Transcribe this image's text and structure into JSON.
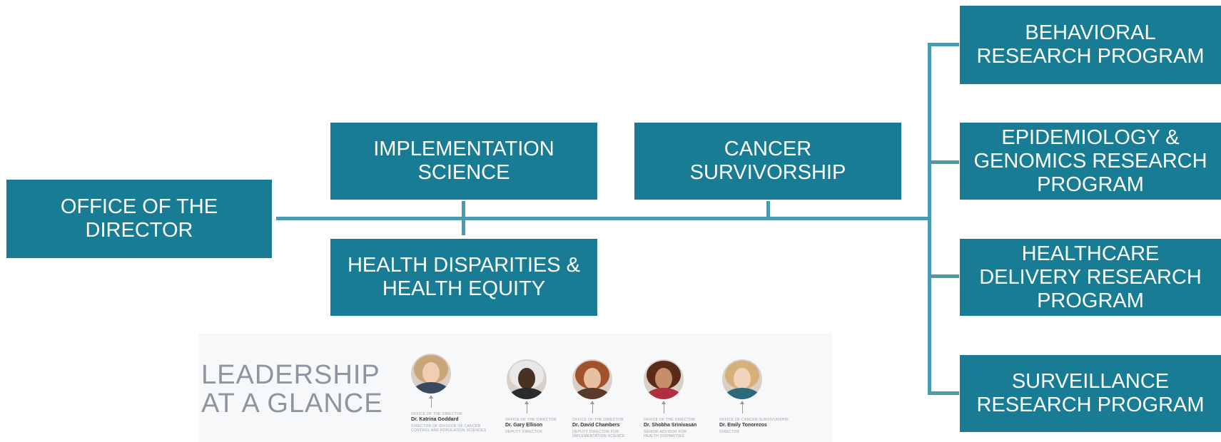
{
  "org": {
    "director": "OFFICE OF THE\nDIRECTOR",
    "implementation": "IMPLEMENTATION\nSCIENCE",
    "survivorship": "CANCER\nSURVIVORSHIP",
    "disparities": "HEALTH DISPARITIES  &\nHEALTH EQUITY",
    "programs": [
      "BEHAVIORAL\nRESEARCH PROGRAM",
      "EPIDEMIOLOGY  &\nGENOMICS  RESEARCH\nPROGRAM",
      "HEALTHCARE\nDELIVERY RESEARCH\nPROGRAM",
      "SURVEILLANCE\nRESEARCH PROGRAM"
    ]
  },
  "leadership": {
    "title": "LEADERSHIP\nAT A GLANCE",
    "people": [
      {
        "office": "OFFICE OF THE DIRECTOR",
        "name": "Dr. Katrina Goddard",
        "role": "DIRECTOR OF DIVISION OF CANCER\nCONTROL AND POPULATION SCIENCES"
      },
      {
        "office": "OFFICE OF THE DIRECTOR",
        "name": "Dr. Gary Ellison",
        "role": "DEPUTY DIRECTOR"
      },
      {
        "office": "OFFICE OF THE DIRECTOR",
        "name": "Dr. David Chambers",
        "role": "DEPUTY DIRECTOR FOR\nIMPLEMENTATION SCIENCE"
      },
      {
        "office": "OFFICE OF THE DIRECTOR",
        "name": "Dr. Shobha Srinivasan",
        "role": "SENIOR ADVISOR FOR\nHEALTH DISPARITIES"
      },
      {
        "office": "OFFICE OF CANCER SURVIVORSHIP",
        "name": "Dr. Emily Tonorezos",
        "role": "DIRECTOR"
      }
    ]
  },
  "colors": {
    "box": "#177c94",
    "connector": "#4a9bb0"
  }
}
